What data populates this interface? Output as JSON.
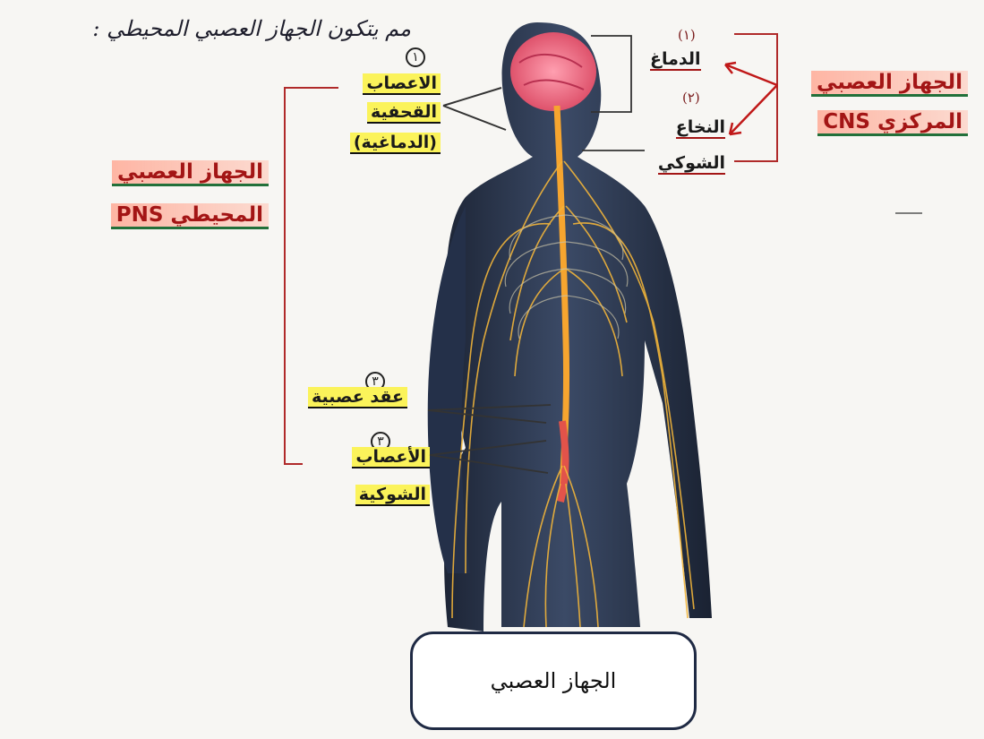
{
  "heading": {
    "text": "مم يتكون الجهاز العصبي المحيطي :"
  },
  "markers": {
    "m1": "١",
    "m1b": "(١)",
    "m2": "(٢)",
    "m3": "٣",
    "m4": "٣"
  },
  "labels": {
    "cranial_nerves": [
      "الاعصاب",
      "القحفية",
      "(الدماغية)"
    ],
    "brain": "الدماغ",
    "spinal_cord": [
      "النخاع",
      "الشوكي"
    ],
    "ganglia": "عقد عصبية",
    "spinal_nerves": [
      "الأعصاب",
      "الشوكية"
    ]
  },
  "systems": {
    "cns": [
      "الجهاز العصبي",
      "المركزي CNS"
    ],
    "pns": [
      "الجهاز العصبي",
      "المحيطي PNS"
    ]
  },
  "caption": "الجهاز العصبي",
  "colors": {
    "nerves": "#f2b53a",
    "brain": "#e4506a",
    "body": "#2e3b52",
    "cns_text": "#a31515",
    "highlight_yellow": "#fbf35a",
    "bracket_red": "#b02a2a"
  }
}
